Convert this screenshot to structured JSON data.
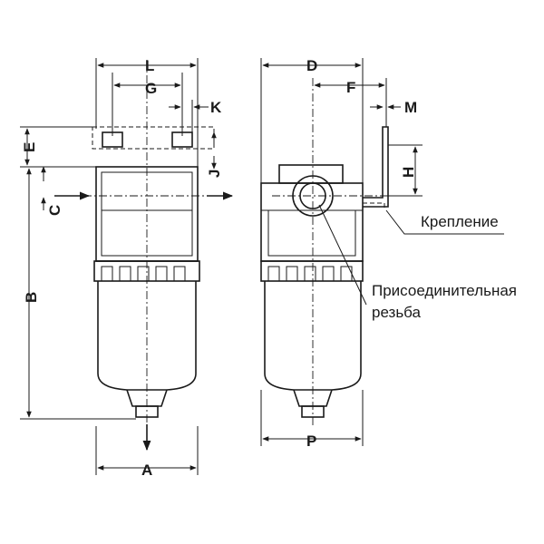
{
  "dimensions": {
    "A": "A",
    "B": "B",
    "C": "C",
    "D": "D",
    "E": "E",
    "F": "F",
    "G": "G",
    "H": "H",
    "J": "J",
    "K": "K",
    "L": "L",
    "M": "M",
    "P": "P"
  },
  "callouts": {
    "mounting": "Крепление",
    "port_line1": "Присоединительная",
    "port_line2": "резьба"
  }
}
